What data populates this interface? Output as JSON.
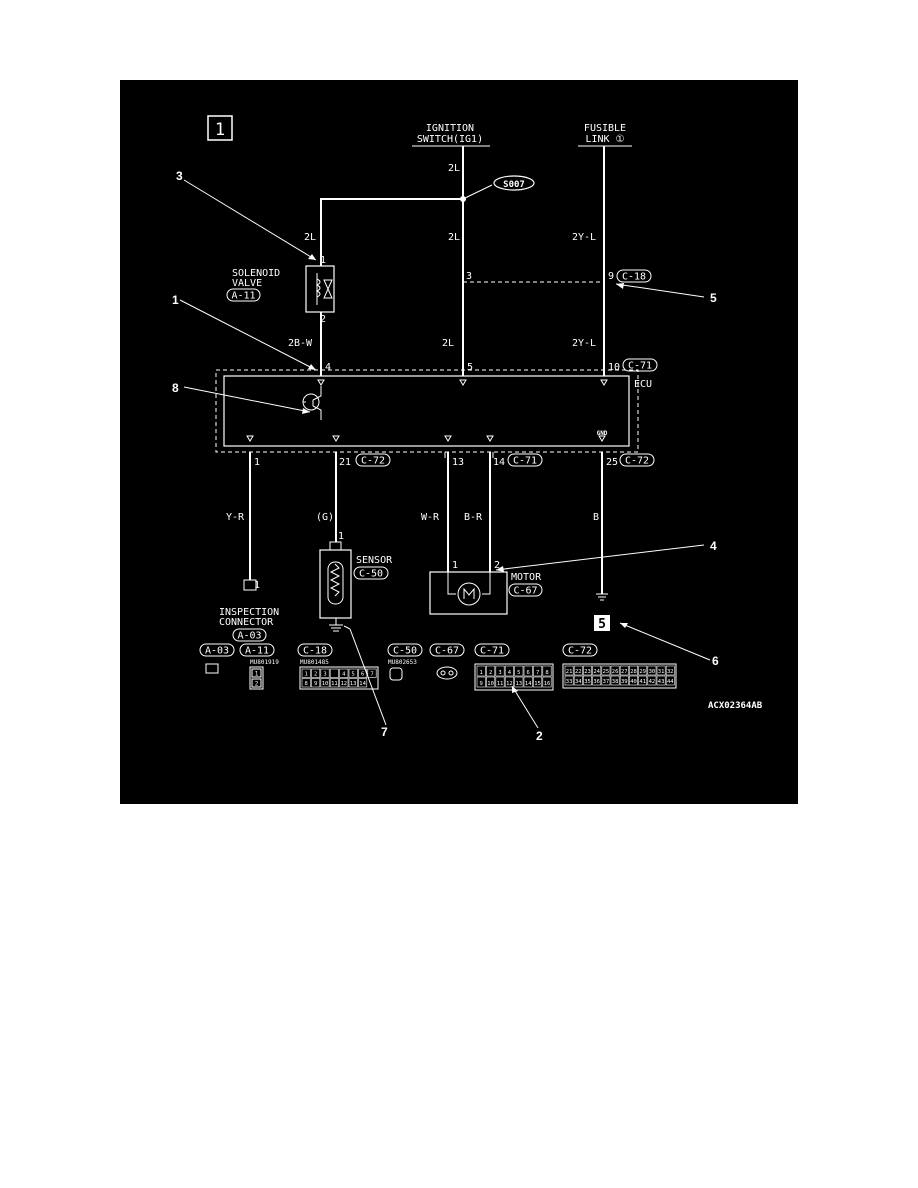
{
  "diagram": {
    "page_number": "1",
    "sources": {
      "ignition": [
        "IGNITION",
        "SWITCH(IG1)"
      ],
      "fusible": [
        "FUSIBLE",
        "LINK ①"
      ]
    },
    "splice": "S007",
    "ecu_label": "ECU",
    "gnd_label": "GND",
    "wires": {
      "top_left": "2L",
      "top_mid": "2L",
      "ign_upper": "2L",
      "fus_upper": "2Y-L",
      "sol_lower": "2B-W",
      "ign_lower": "2L",
      "fus_lower": "2Y-L",
      "insp": "Y-R",
      "sensor": "(G)",
      "motor1": "W-R",
      "motor2": "B-R",
      "ground": "B"
    },
    "pins": {
      "sol_1": "1",
      "sol_2": "2",
      "ecu_4": "4",
      "ecu_5": "5",
      "ecu_10": "10",
      "c18_3": "3",
      "c18_9": "9",
      "ecu_1": "1",
      "ecu_21": "21",
      "ecu_13": "13",
      "ecu_14": "14",
      "ecu_25": "25",
      "sensor_1": "1",
      "motor_1": "1",
      "motor_2": "2",
      "insp_1": "1"
    },
    "connectors": {
      "c18": "C-18",
      "c71_top": "C-71",
      "c72_21": "C-72",
      "c71_14": "C-71",
      "c72_25": "C-72",
      "a11": "A-11",
      "c50": "C-50",
      "c67": "C-67",
      "a03": "A-03"
    },
    "components": {
      "solenoid": [
        "SOLENOID",
        "VALVE"
      ],
      "sensor": "SENSOR",
      "motor": "MOTOR",
      "inspection": [
        "INSPECTION",
        "CONNECTOR"
      ],
      "ground_point": "5"
    },
    "callouts": [
      "1",
      "2",
      "3",
      "4",
      "5",
      "6",
      "7",
      "8"
    ],
    "legend": {
      "connectors": [
        "A-03",
        "A-11",
        "C-18",
        "C-50",
        "C-67",
        "C-71",
        "C-72"
      ],
      "part_numbers": [
        "MU801919",
        "MU801485",
        "MU802653"
      ],
      "a11_pins": [
        "1",
        "2"
      ],
      "c18_pins": [
        "1",
        "2",
        "3",
        "",
        "4",
        "5",
        "6",
        "7",
        "8",
        "9",
        "10",
        "11",
        "12",
        "13",
        "14"
      ],
      "c71_pins": [
        "1",
        "2",
        "3",
        "4",
        "5",
        "6",
        "7",
        "8",
        "9",
        "10",
        "11",
        "12",
        "13",
        "14",
        "15",
        "16"
      ],
      "c72_pins": [
        "21",
        "22",
        "23",
        "24",
        "25",
        "26",
        "27",
        "28",
        "29",
        "30",
        "31",
        "32",
        "33",
        "34",
        "35",
        "36",
        "37",
        "38",
        "39",
        "40",
        "41",
        "42",
        "43",
        "44"
      ]
    },
    "code": "ACX02364AB"
  }
}
